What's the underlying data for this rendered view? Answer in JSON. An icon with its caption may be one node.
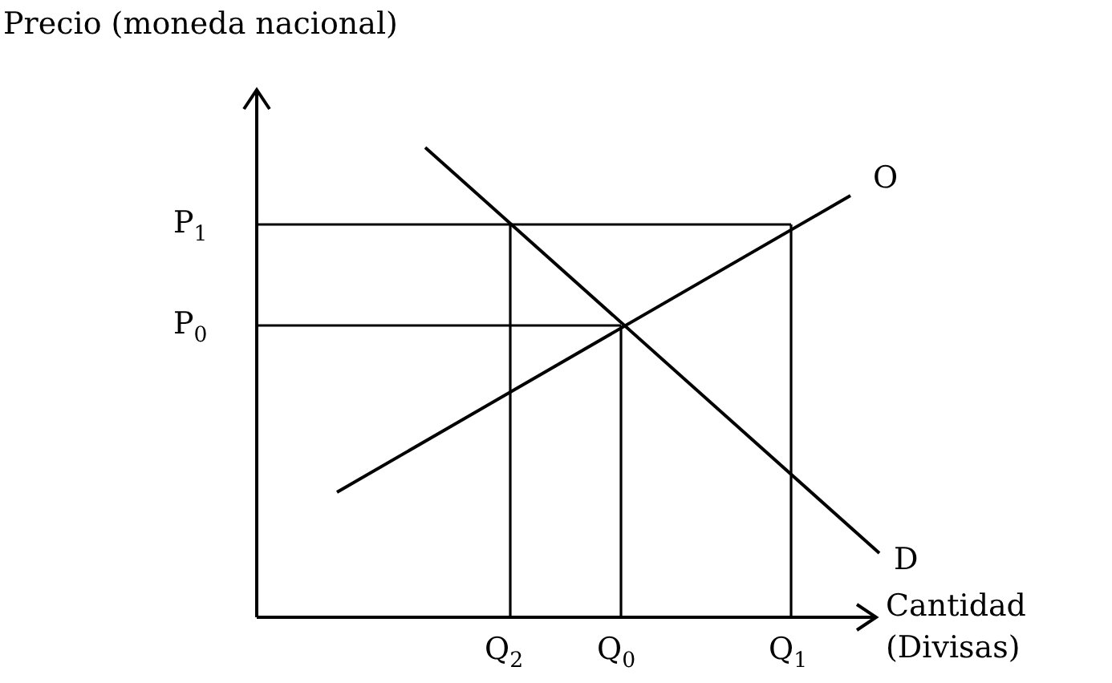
{
  "diagram": {
    "labels": [
      "Precio (moneda nacional)",
      "P$_{1}$",
      "P$_{0}$",
      "O",
      "D",
      "Q$_{2}$",
      "Q$_{0}$",
      "Q$_{1}$",
      "Cantidad (Divisas)"
    ]
  }
}
